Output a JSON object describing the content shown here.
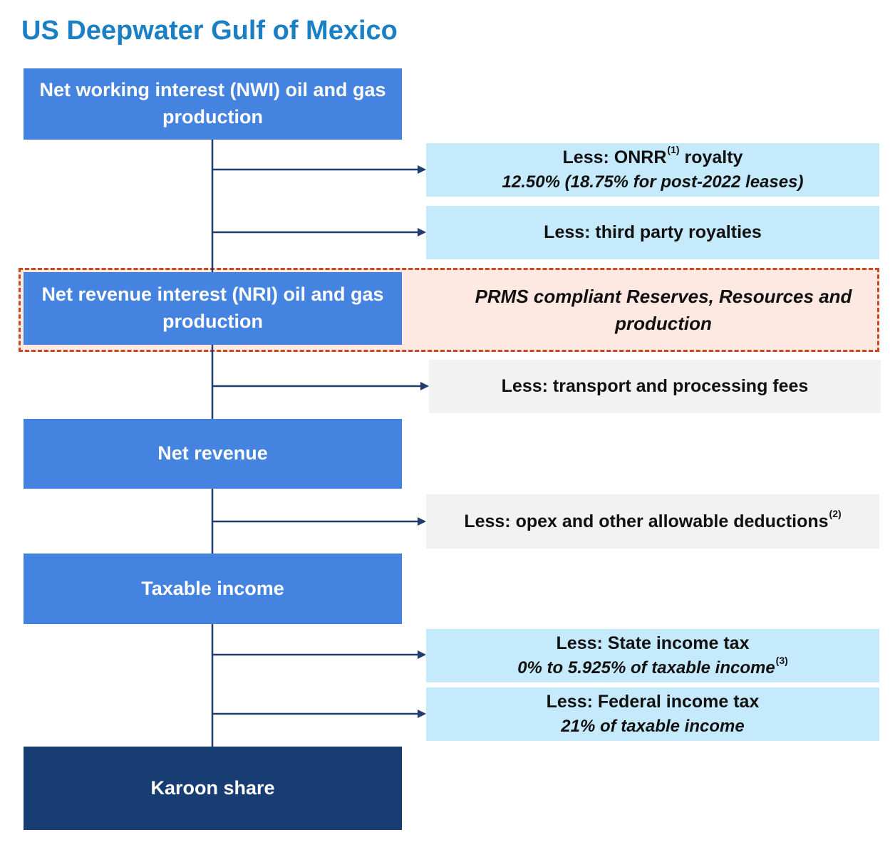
{
  "title": "US Deepwater Gulf of Mexico",
  "flow": {
    "nwi": {
      "line1": "Net working interest (NWI) oil and gas",
      "line2": "production"
    },
    "onrr": {
      "prefix": "Less: ONRR",
      "sup": "(1)",
      "suffix": " royalty",
      "sub": "12.50% (18.75% for post-2022 leases)"
    },
    "third_party": "Less: third party royalties",
    "nri": {
      "line1": "Net revenue interest (NRI) oil and gas",
      "line2": "production"
    },
    "prms": {
      "line1": "PRMS compliant Reserves, Resources and",
      "line2": "production"
    },
    "transport": "Less: transport and processing fees",
    "net_revenue": "Net revenue",
    "opex": {
      "text": "Less: opex and other allowable deductions",
      "sup": "(2)"
    },
    "taxable_income": "Taxable income",
    "state_tax": {
      "label": "Less: State income tax",
      "sub": "0% to 5.925% of taxable income",
      "sup": "(3)"
    },
    "federal_tax": {
      "label": "Less: Federal income tax",
      "sub": "21% of taxable income"
    },
    "karoon_share": "Karoon share"
  },
  "colors": {
    "title": "#1b7fc4",
    "main_box": "#4583e0",
    "final_box": "#173d73",
    "deduction_blue": "#c5eafc",
    "deduction_grey": "#f2f2f2",
    "highlight_border": "#c8471c",
    "highlight_fill": "#fde9e1",
    "connector": "#1f3d6e"
  }
}
